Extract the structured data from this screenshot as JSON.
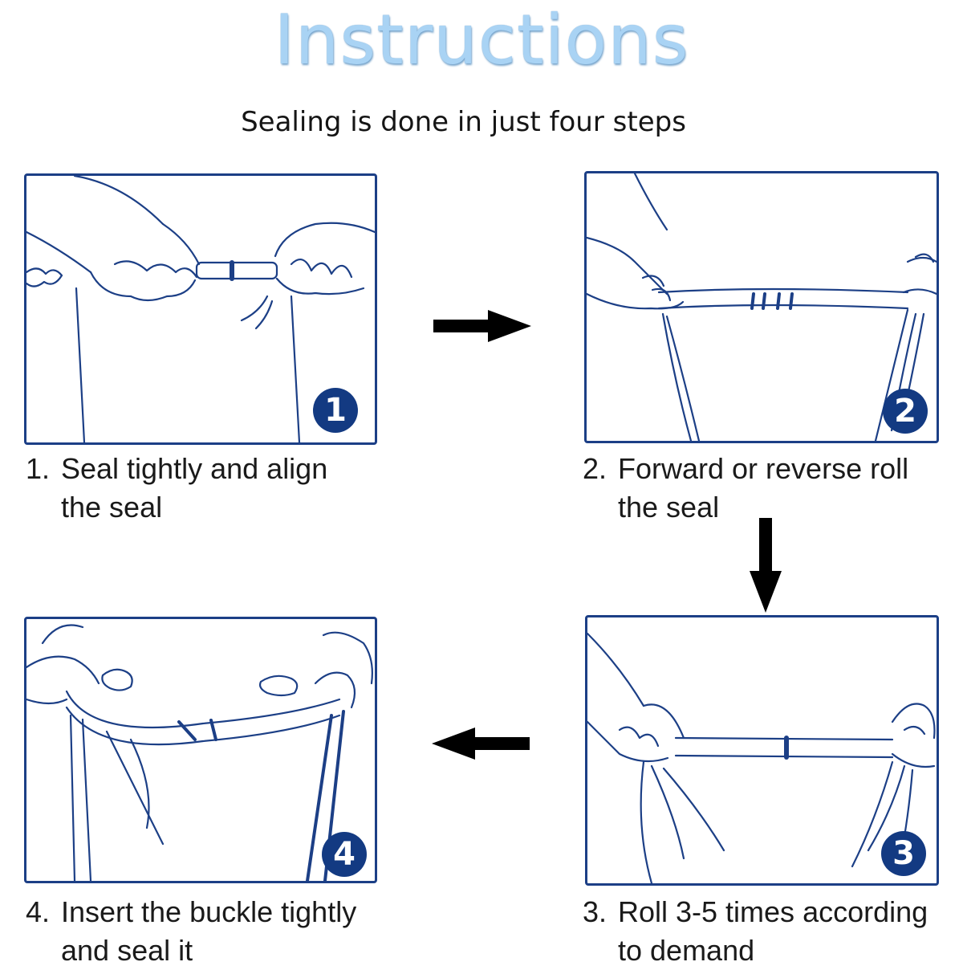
{
  "header": {
    "title": "Instructions",
    "subtitle": "Sealing is done in just four steps"
  },
  "steps": [
    {
      "badge": "1",
      "number": "1.",
      "line1": "Seal tightly and align",
      "line2": "the seal"
    },
    {
      "badge": "2",
      "number": "2.",
      "line1": "Forward or reverse roll",
      "line2": "the seal"
    },
    {
      "badge": "3",
      "number": "3.",
      "line1": "Roll 3-5 times according",
      "line2": "to demand"
    },
    {
      "badge": "4",
      "number": "4.",
      "line1": "Insert the buckle tightly",
      "line2": "and seal it"
    }
  ],
  "colors": {
    "title": "#a9d3f4",
    "line_art": "#1c3f86",
    "badge": "#133a82",
    "arrow": "#000000"
  },
  "icons": {
    "flow_1_to_2": "arrow-right-icon",
    "flow_2_to_3": "arrow-down-icon",
    "flow_3_to_4": "arrow-left-icon"
  }
}
